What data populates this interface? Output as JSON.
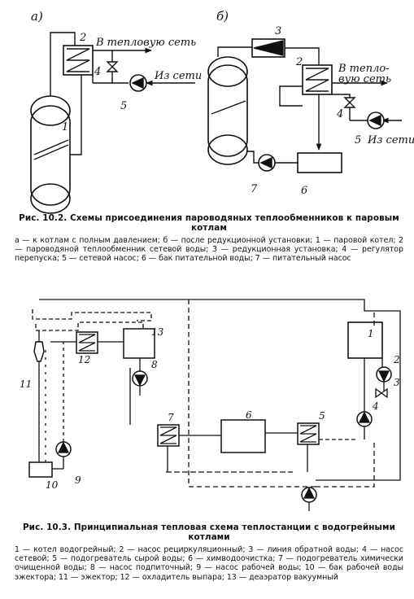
{
  "figure_10_2": {
    "panel_a": "а)",
    "panel_b": "б)",
    "a_label_heating": "В тепловую сеть",
    "a_label_from_network": "Из сети",
    "b_label_heating_1": "В тепло-",
    "b_label_heating_2": "вую сеть",
    "b_label_from_network": "Из сети",
    "a_num_1": "1",
    "a_num_2": "2",
    "a_num_4": "4",
    "a_num_5": "5",
    "b_num_2": "2",
    "b_num_3": "3",
    "b_num_4": "4",
    "b_num_5": "5",
    "b_num_6": "6",
    "b_num_7": "7",
    "caption": "Рис. 10.2. Схемы присоединения пароводяных теплообменников к паровым котлам",
    "legend": "а — к котлам с полным давлением; б — после редукционной установки; 1 — паровой котел; 2 — пароводяной теплообменник сетевой воды; 3 — редукционная установка; 4 — регулятор перепуска; 5 — сетевой насос; 6 — бак питательной воды; 7 — питательный насос"
  },
  "figure_10_3": {
    "num_1": "1",
    "num_2": "2",
    "num_3": "3",
    "num_4": "4",
    "num_5": "5",
    "num_6": "6",
    "num_7": "7",
    "num_8": "8",
    "num_9": "9",
    "num_10": "10",
    "num_11": "11",
    "num_12": "12",
    "num_13": "13",
    "caption": "Рис. 10.3. Принципиальная тепловая схема теплостанции с водогрейными котлами",
    "legend": "1 — котел водогрейный; 2 — насос рециркуляционный; 3 — линия обратной воды; 4 — насос сетевой; 5 — подогреватель сырой воды; 6 — химводоочистка; 7 — подогреватель химически очищенной воды; 8 — насос подпиточный; 9 — насос рабочей воды; 10 — бак рабочей воды эжектора; 11 — эжектор; 12 — охладитель выпара; 13 — деаэратор вакуумный"
  }
}
